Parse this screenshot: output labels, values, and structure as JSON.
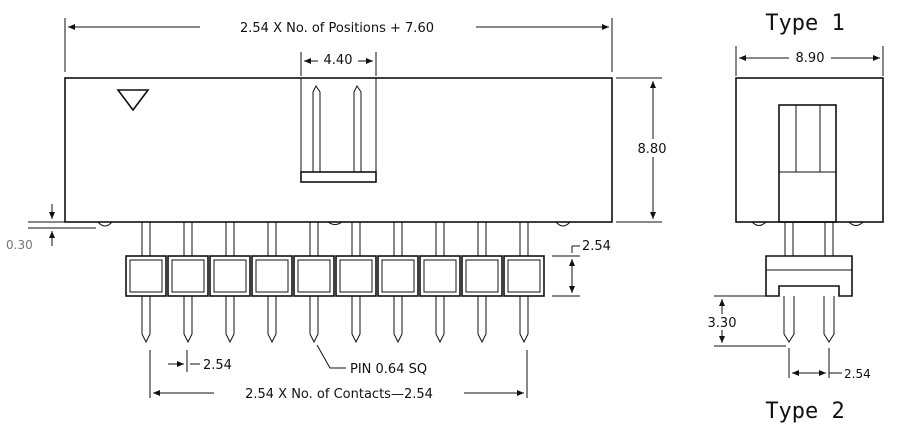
{
  "labels": {
    "total_width": "2.54 X No. of Positions + 7.60",
    "key_width": "4.40",
    "height": "8.80",
    "standoff": "0.30",
    "pitch_vertical": "2.54",
    "pitch_bottom": "2.54",
    "pin_size": "PIN 0.64 SQ",
    "contacts_span": "2.54 X No. of Contacts—2.54",
    "side_width": "8.90",
    "pin_length": "3.30",
    "side_pitch": "2.54"
  },
  "titles": {
    "type1": "Type 1",
    "type2": "Type 2"
  },
  "pin_count": 10
}
